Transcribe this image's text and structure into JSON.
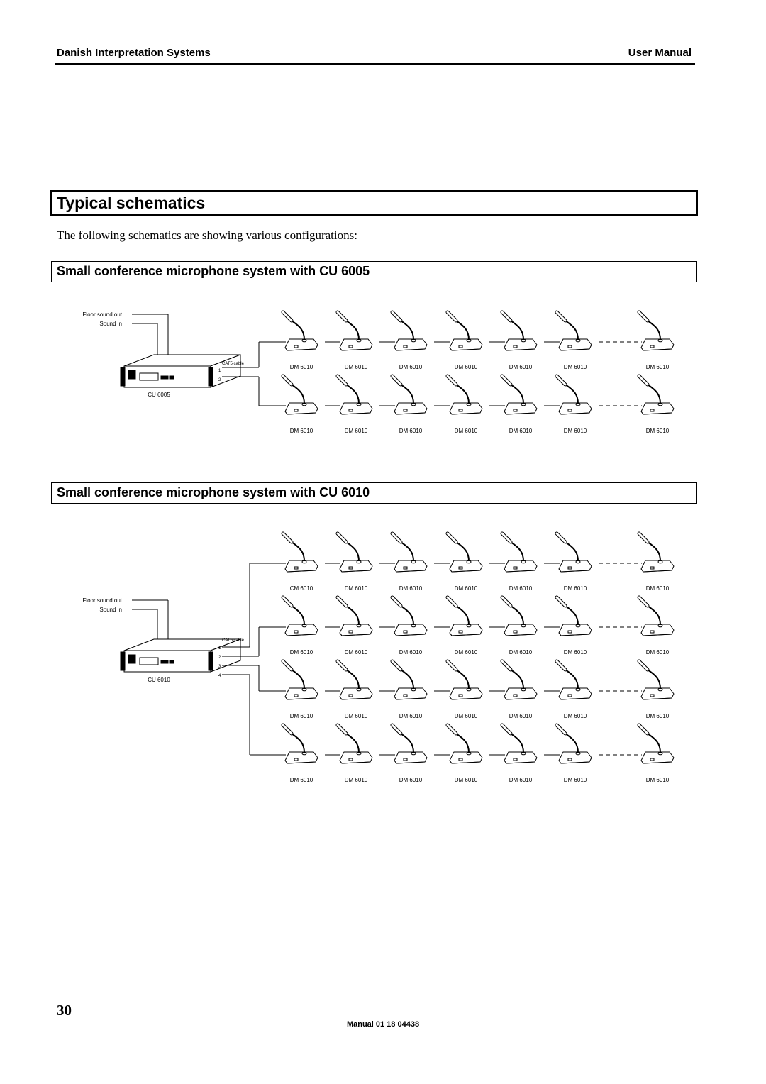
{
  "header": {
    "left": "Danish Interpretation Systems",
    "right": "User Manual"
  },
  "title": "Typical schematics",
  "intro": "The following schematics are showing various configurations:",
  "sections": [
    {
      "heading": "Small conference microphone system with CU 6005",
      "unit_label": "CU 6005",
      "input_labels": [
        "Floor sound out",
        "Sound in"
      ],
      "cable_label": "CAT5 cable",
      "port_labels": [
        "1",
        "2"
      ],
      "rows": [
        [
          "DM 6010",
          "DM 6010",
          "DM 6010",
          "DM 6010",
          "DM 6010",
          "DM 6010",
          "DM 6010"
        ],
        [
          "DM 6010",
          "DM 6010",
          "DM 6010",
          "DM 6010",
          "DM 6010",
          "DM 6010",
          "DM 6010"
        ]
      ]
    },
    {
      "heading": "Small conference microphone system with CU 6010",
      "unit_label": "CU 6010",
      "input_labels": [
        "Floor sound out",
        "Sound in"
      ],
      "cable_label": "CAT5 cable",
      "port_labels": [
        "1",
        "2",
        "3",
        "4"
      ],
      "rows": [
        [
          "CM 6010",
          "DM 6010",
          "DM 6010",
          "DM 6010",
          "DM 6010",
          "DM 6010",
          "DM 6010"
        ],
        [
          "DM 6010",
          "DM 6010",
          "DM 6010",
          "DM 6010",
          "DM 6010",
          "DM 6010",
          "DM 6010"
        ],
        [
          "DM 6010",
          "DM 6010",
          "DM 6010",
          "DM 6010",
          "DM 6010",
          "DM 6010",
          "DM 6010"
        ],
        [
          "DM 6010",
          "DM 6010",
          "DM 6010",
          "DM 6010",
          "DM 6010",
          "DM 6010",
          "DM 6010"
        ]
      ]
    }
  ],
  "footer": {
    "page_number": "30",
    "manual_ref": "Manual 01 18 04438"
  }
}
